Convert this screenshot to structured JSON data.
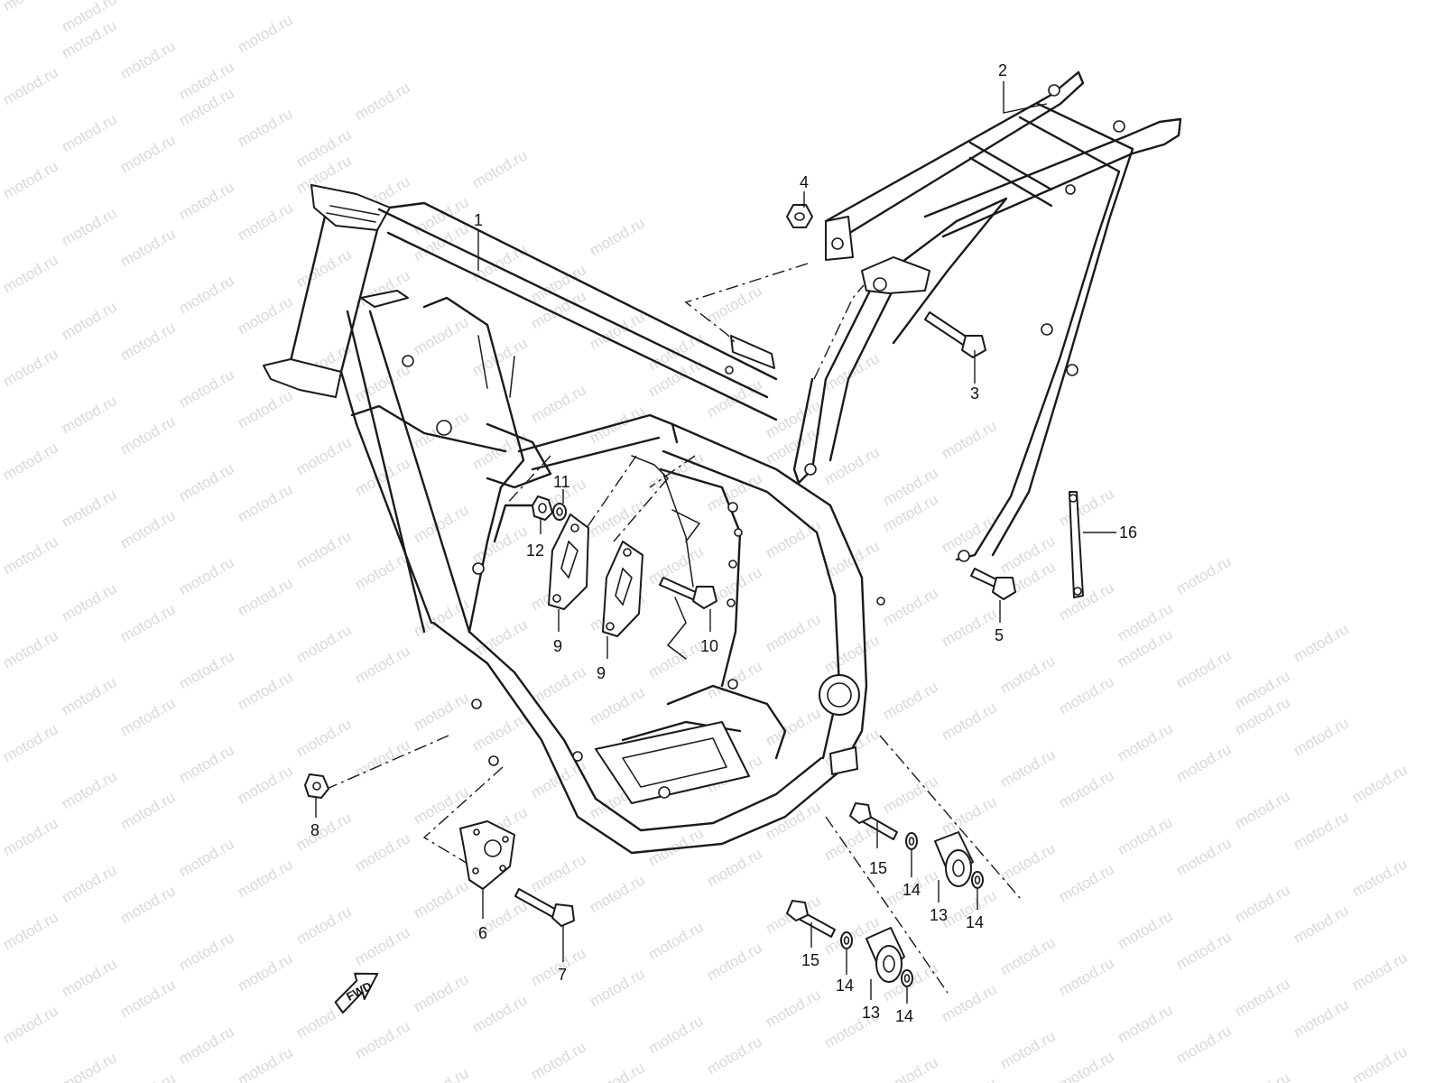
{
  "watermark": {
    "text": "motod.ru",
    "color": "#d9d9d9"
  },
  "direction_label": "FWD",
  "callouts": [
    {
      "id": "1",
      "text": "1"
    },
    {
      "id": "2",
      "text": "2"
    },
    {
      "id": "3",
      "text": "3"
    },
    {
      "id": "4",
      "text": "4"
    },
    {
      "id": "5",
      "text": "5"
    },
    {
      "id": "6",
      "text": "6"
    },
    {
      "id": "7",
      "text": "7"
    },
    {
      "id": "8",
      "text": "8"
    },
    {
      "id": "9a",
      "text": "9"
    },
    {
      "id": "9b",
      "text": "9"
    },
    {
      "id": "10",
      "text": "10"
    },
    {
      "id": "11",
      "text": "11"
    },
    {
      "id": "12",
      "text": "12"
    },
    {
      "id": "13a",
      "text": "13"
    },
    {
      "id": "13b",
      "text": "13"
    },
    {
      "id": "14a",
      "text": "14"
    },
    {
      "id": "14b",
      "text": "14"
    },
    {
      "id": "14c",
      "text": "14"
    },
    {
      "id": "14d",
      "text": "14"
    },
    {
      "id": "15a",
      "text": "15"
    },
    {
      "id": "15b",
      "text": "15"
    },
    {
      "id": "16",
      "text": "16"
    }
  ]
}
